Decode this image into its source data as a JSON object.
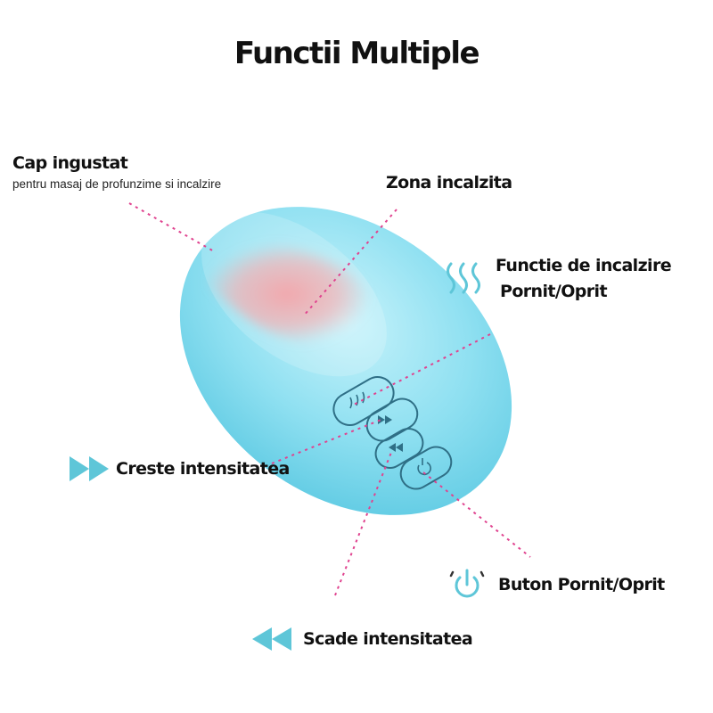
{
  "title": "Functii Multiple",
  "callouts": {
    "narrow_head": {
      "title": "Cap ingustat",
      "subtitle": "pentru masaj de profunzime si incalzire"
    },
    "heated_zone": {
      "title": "Zona incalzita"
    },
    "heating_function": {
      "line1": "Functie de incalzire",
      "line2": "Pornit/Oprit",
      "icon": "heat-waves-icon"
    },
    "increase_intensity": {
      "title": "Creste intensitatea",
      "icon": "fast-forward-icon"
    },
    "power_button": {
      "title": "Buton Pornit/Oprit",
      "icon": "power-icon"
    },
    "decrease_intensity": {
      "title": "Scade intensitatea",
      "icon": "rewind-icon"
    }
  },
  "colors": {
    "device_body": "#7fdcef",
    "device_highlight": "#c8f3fb",
    "heated_zone": "#f2a7ad",
    "leader_lines": "#e0438f",
    "icon_accent": "#5ec6d8",
    "text": "#111111"
  }
}
